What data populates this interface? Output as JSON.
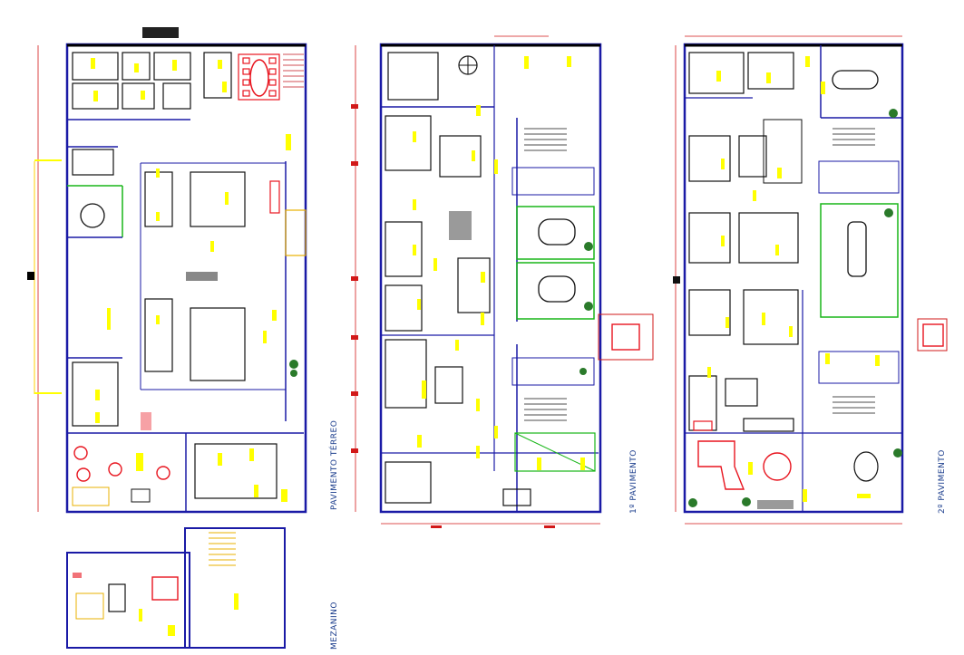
{
  "drawing": {
    "plans": [
      {
        "id": "terreo",
        "label": "PAVIMENTO TÉRREO"
      },
      {
        "id": "p1",
        "label": "1º  PAVIMENTO"
      },
      {
        "id": "p2",
        "label": "2º  PAVIMENTO"
      },
      {
        "id": "mezanino",
        "label": "MEZANINO"
      }
    ]
  },
  "colors": {
    "wall": "#1a1aa6",
    "furniture": "#111111",
    "highlight": "#ffff00",
    "accent_red": "#e8141e",
    "partition_green": "#18b618",
    "dimension": "#d21818",
    "plant": "#2a7a2a",
    "dimension_dark": "#6b1010"
  }
}
